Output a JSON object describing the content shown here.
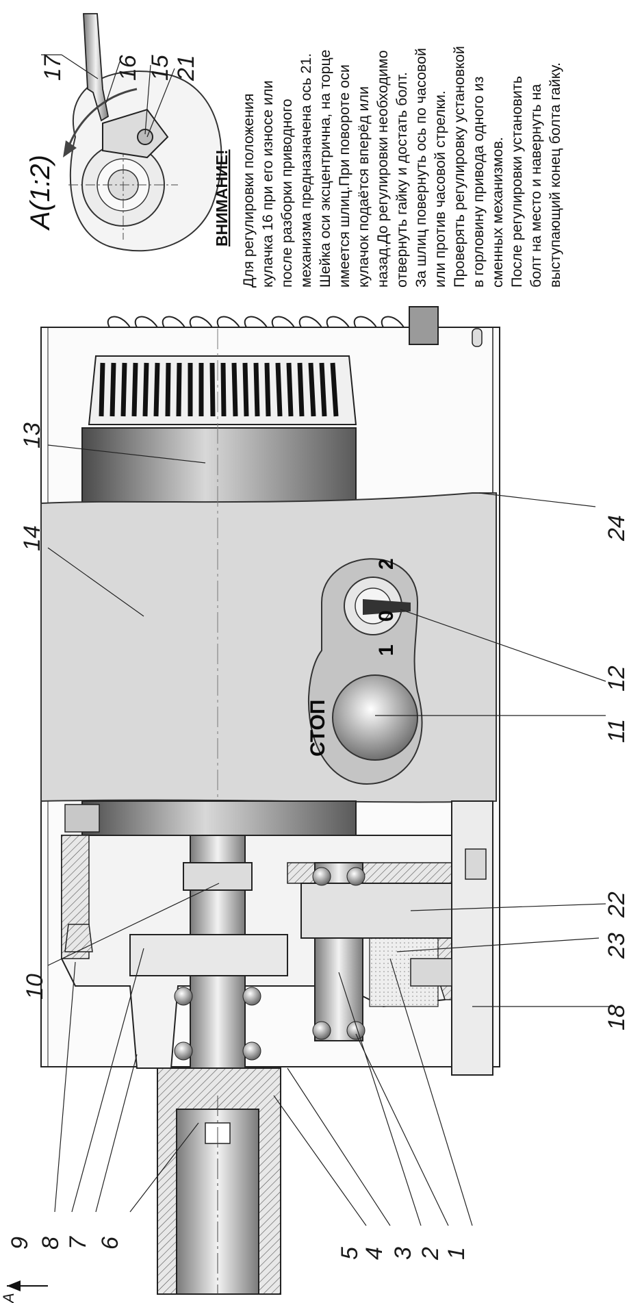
{
  "view_title": "А(1:2)",
  "section_arrow_label": "A",
  "warning": {
    "heading": "ВНИМАНИЕ!",
    "lines": [
      "    Для регулировки положения",
      "кулачка 16 при его износе или",
      "после разборки приводного",
      "механизма предназначена ось 21.",
      "Шейка оси эксцентрична, на торце",
      "имеется шлиц.При повороте оси",
      "кулачок подаётся вперёд или",
      "назад.До регулировки необходимо",
      "отвернуть гайку и достать болт.",
      "За шлиц повернуть ось по часовой",
      "или против часовой стрелки.",
      "Проверять регулировку установкой",
      "в горловину привода одного из",
      "сменных механизмов.",
      "После регулировки установить",
      "болт на место и навернуть на",
      "выступающий конец болта гайку."
    ]
  },
  "panel": {
    "stop_label": "СТОП",
    "positions": [
      "1",
      "0",
      "2"
    ]
  },
  "part_numbers": [
    "1",
    "2",
    "3",
    "4",
    "5",
    "6",
    "7",
    "8",
    "9",
    "10",
    "11",
    "12",
    "13",
    "14",
    "15",
    "16",
    "17",
    "18",
    "21",
    "22",
    "23",
    "24"
  ],
  "colors": {
    "line": "#1a1a1a",
    "housing_fill": "#e4e4e4",
    "cover_fill": "#d6d6d6",
    "motor_dark": "#6a6a6a"
  }
}
